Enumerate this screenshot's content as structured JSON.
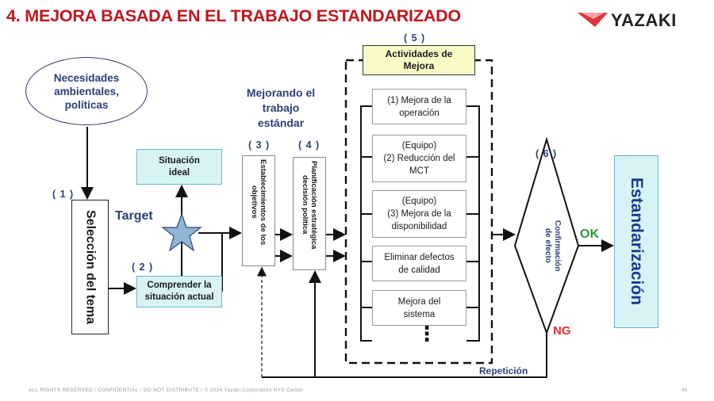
{
  "title": "4. MEJORA BASADA EN EL TRABAJO ESTANDARIZADO",
  "logo": {
    "text": "YAZAKI",
    "color": "#e0323a"
  },
  "ellipse": {
    "line1": "Necesidades",
    "line2": "ambientales,",
    "line3": "políticas"
  },
  "steps": {
    "s1": "( 1 )",
    "s2": "( 2 )",
    "s3": "( 3 )",
    "s4": "( 4 )",
    "s5": "( 5 )",
    "s6": "( 6 )"
  },
  "seleccion": "Selección del tema",
  "situacion_ideal": {
    "line1": "Situación",
    "line2": "ideal"
  },
  "situacion_actual": {
    "line1": "Comprender la",
    "line2": "situación actual"
  },
  "target": "Target",
  "mejorando": {
    "line1": "Mejorando el",
    "line2": "trabajo",
    "line3": "estándar"
  },
  "establecimiento": {
    "line1": "Establecimientos de los",
    "line2": "objetivos"
  },
  "planificacion": {
    "line1": "Planificación estratégica",
    "line2": "decisión política"
  },
  "actividades_title": {
    "line1": "Actividades de",
    "line2": "Mejora"
  },
  "activities": [
    {
      "line1": "(1) Mejora de la",
      "line2": "operación"
    },
    {
      "line1": "(Equipo)",
      "line2": "(2) Reducción del",
      "line3": "MCT"
    },
    {
      "line1": "(Equipo)",
      "line2": "(3) Mejora de la",
      "line3": "disponibilidad"
    },
    {
      "line1": "Eliminar defectos",
      "line2": "de calidad"
    },
    {
      "line1": "Mejora del",
      "line2": "sistema"
    }
  ],
  "dots": "⋮",
  "repeticion": "Repetición",
  "confirmacion": {
    "line1": "Confirmación",
    "line2": "de efecto"
  },
  "ok": "OK",
  "ng": "NG",
  "estandarizacion": "Estandarización",
  "footer": "ALL RIGHTS RESERVED / CONFIDENTIAL / DO NOT DISTRIBUTE / © 2024 Yazaki Corporation NYS Center",
  "page_number": "40",
  "colors": {
    "title": "#c0161d",
    "navy": "#2b3f7a",
    "cyan_fill": "#d8f3f6",
    "yellow_fill": "#fbfbc8",
    "ok": "#2a9a3a",
    "ng": "#e0323a"
  }
}
